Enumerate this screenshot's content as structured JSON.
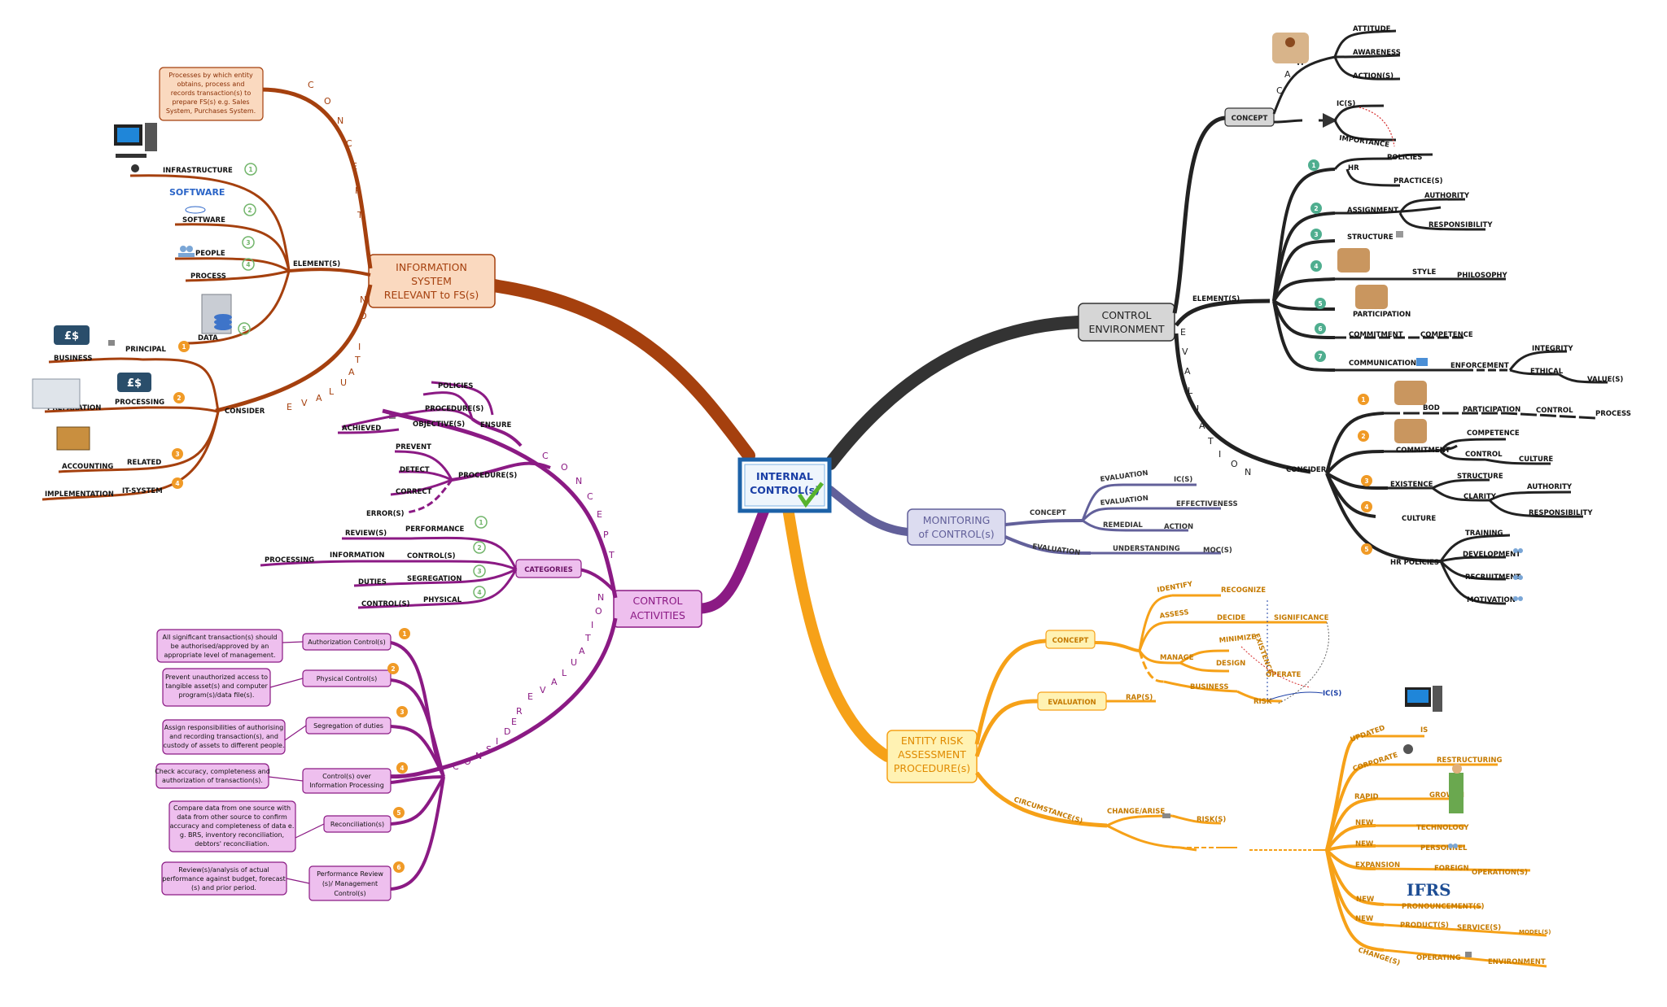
{
  "center": {
    "line1": "INTERNAL",
    "line2": "CONTROL(s)"
  },
  "colors": {
    "is": "#a5400e",
    "ca": "#8b1a84",
    "ce": "#333333",
    "mc": "#62609a",
    "er": "#f6a118",
    "purple_box": "#eebfee",
    "orange_box": "#fad9bf",
    "yellow_box": "#fff2b3",
    "gray_box": "#d6d6d6",
    "lav_box": "#dcdcf0",
    "num_green": "#72b56b",
    "num_orange": "#f09a26",
    "num_teal": "#4fae8f"
  },
  "is": {
    "title": [
      "INFORMATION",
      "SYSTEM",
      "RELEVANT to FS(s)"
    ],
    "concept_letters": [
      "C",
      "O",
      "N",
      "C",
      "E",
      "P",
      "T"
    ],
    "eval_letters": [
      "E",
      "V",
      "A",
      "L",
      "U",
      "A",
      "T",
      "I",
      "O",
      "N"
    ],
    "concept_note": [
      "Processes by which entity",
      "obtains, process and",
      "records transaction(s) to",
      "prepare FS(s) e.g. Sales",
      "System, Purchases System."
    ],
    "elements_label": "ELEMENT(s)",
    "elements": [
      "INFRASTRUCTURE",
      "SOFTWARE",
      "PEOPLE",
      "PROCESS",
      "DATA"
    ],
    "element_nums": [
      "1",
      "2",
      "3",
      "4",
      "5"
    ],
    "software_logo": "SOFTWARE",
    "consider_label": "CONSIDER",
    "consider": [
      {
        "num": "1",
        "a": "PRINCIPAL",
        "b": "BUSINESS"
      },
      {
        "num": "2",
        "a": "PROCESSING",
        "b": "PREPARATION"
      },
      {
        "num": "3",
        "a": "RELATED",
        "b": "ACCOUNTING"
      },
      {
        "num": "4",
        "a": "IT-SYSTEM",
        "b": "IMPLEMENTATION"
      }
    ]
  },
  "ca": {
    "title": [
      "CONTROL",
      "ACTIVITIES"
    ],
    "concept_letters": [
      "C",
      "O",
      "N",
      "C",
      "E",
      "P",
      "T"
    ],
    "eval_letters": [
      "E",
      "V",
      "A",
      "L",
      "U",
      "A",
      "T",
      "I",
      "O",
      "N"
    ],
    "consider_letters": [
      "C",
      "O",
      "N",
      "S",
      "I",
      "D",
      "E",
      "R"
    ],
    "ensure": "ENSURE",
    "ensure_items": [
      "POLICIES",
      "PROCEDURE(s)",
      "OBJECTIVE(s)",
      "ACHIEVED"
    ],
    "procedures": "PROCEDURE(s)",
    "procedure_items": [
      "PREVENT",
      "DETECT",
      "CORRECT",
      "ERROR(s)"
    ],
    "categories": "CATEGORIES",
    "cat_nums": [
      "1",
      "2",
      "3",
      "4"
    ],
    "cat_items": [
      {
        "a": "PERFORMANCE",
        "b": "REVIEW(s)"
      },
      {
        "a": "CONTROL(s)",
        "b": "INFORMATION",
        "c": "PROCESSING"
      },
      {
        "a": "SEGREGATION",
        "b": "DUTIES"
      },
      {
        "a": "PHYSICAL",
        "b": "CONTROL(s)"
      }
    ],
    "types": [
      {
        "num": "1",
        "box": [
          "Authorization Control(s)"
        ],
        "note": [
          "All significant transaction(s) should",
          "be authorised/approved by an",
          "appropriate level of management."
        ]
      },
      {
        "num": "2",
        "box": [
          "Physical Control(s)"
        ],
        "note": [
          "Prevent unauthorized access to",
          "tangible asset(s) and computer",
          "program(s)/data file(s)."
        ]
      },
      {
        "num": "3",
        "box": [
          "Segregation of duties"
        ],
        "note": [
          "Assign responsibilities of authorising",
          "and recording transaction(s), and",
          "custody of assets to different people."
        ]
      },
      {
        "num": "4",
        "box": [
          "Control(s) over",
          "Information Processing"
        ],
        "note": [
          "Check accuracy, completeness and",
          "authorization of transaction(s)."
        ]
      },
      {
        "num": "5",
        "box": [
          "Reconciliation(s)"
        ],
        "note": [
          "Compare data from one source with",
          "data from other source to confirm",
          "accuracy and completeness of data e.",
          "g. BRS, inventory reconciliation,",
          "debtors' reconciliation."
        ]
      },
      {
        "num": "6",
        "box": [
          "Performance Review",
          "(s)/ Management",
          "Control(s)"
        ],
        "note": [
          "Review(s)/analysis of actual",
          "performance against budget, forecast",
          "(s) and prior period."
        ]
      }
    ]
  },
  "ce": {
    "title": [
      "CONTROL",
      "ENVIRONMENT"
    ],
    "concept": "CONCEPT",
    "caw": [
      "C",
      "A",
      "W"
    ],
    "caw_items": [
      "ATTITUDE",
      "AWARENESS",
      "ACTION(s)"
    ],
    "ic": "IC(s)",
    "importance": "IMPORTANCE",
    "elements": "ELEMENT(s)",
    "element_nums": [
      "1",
      "2",
      "3",
      "4",
      "5",
      "6",
      "7"
    ],
    "el_items": [
      {
        "a": "HR",
        "b": "POLICIES",
        "c": "PRACTICE(s)"
      },
      {
        "a": "ASSIGNMENT",
        "b": "AUTHORITY",
        "c": "RESPONSIBILITY"
      },
      {
        "a": "STRUCTURE"
      },
      {
        "a": "STYLE",
        "b": "PHILOSOPHY"
      },
      {
        "a": "PARTICIPATION"
      },
      {
        "a": "COMMITMENT",
        "b": "COMPETENCE"
      },
      {
        "a": "COMMUNICATION",
        "b": "ENFORCEMENT",
        "c": "INTEGRITY",
        "d": "ETHICAL",
        "e": "VALUE(s)"
      }
    ],
    "eval_letters": [
      "E",
      "V",
      "A",
      "L",
      "U",
      "A",
      "T",
      "I",
      "O",
      "N"
    ],
    "consider": "CONSIDER",
    "consider_nums": [
      "1",
      "2",
      "3",
      "4",
      "5"
    ],
    "cons_items": [
      {
        "a": "BOD",
        "b": "PARTICIPATION",
        "c": "CONTROL",
        "d": "PROCESS"
      },
      {
        "a": "COMMITMENT",
        "b": "COMPETENCE",
        "c": "CONTROL",
        "d": "CULTURE"
      },
      {
        "a": "EXISTENCE",
        "b": "STRUCTURE",
        "c": "CLARITY",
        "d": "AUTHORITY",
        "e": "RESPONSIBILITY"
      },
      {
        "a": "CULTURE"
      },
      {
        "a": "HR POLICIES",
        "b": "TRAINING",
        "c": "DEVELOPMENT",
        "d": "RECRUITMENT",
        "e": "MOTIVATION"
      }
    ]
  },
  "mc": {
    "title": [
      "MONITORING",
      "of CONTROL(s)"
    ],
    "concept": "CONCEPT",
    "evaluation": "EVALUATION",
    "items": [
      "EVALUATION",
      "IC(s)",
      "EVALUATION",
      "EFFECTIVENESS",
      "REMEDIAL",
      "ACTION",
      "UNDERSTANDING",
      "MOC(s)"
    ]
  },
  "er": {
    "title": [
      "ENTITY RISK",
      "ASSESSMENT",
      "PROCEDURE(s)"
    ],
    "concept": "CONCEPT",
    "concept_items": [
      "IDENTIFY",
      "RECOGNIZE",
      "ASSESS",
      "DECIDE",
      "SIGNIFICANCE",
      "MANAGE",
      "MINIMIZE",
      "DESIGN",
      "OPERATE",
      "EXISTENCE",
      "BUSINESS",
      "RISK",
      "IC(s)"
    ],
    "evaluation": "EVALUATION",
    "rap": "RAP(s)",
    "circumstance": "CIRCUMSTANCE(s)",
    "change": "CHANGE/ARISE",
    "risk": "RISK(s)",
    "circ_items": [
      {
        "a": "UPDATED",
        "b": "IS"
      },
      {
        "a": "CORPORATE",
        "b": "RESTRUCTURING"
      },
      {
        "a": "RAPID",
        "b": "GROWTH"
      },
      {
        "a": "NEW",
        "b": "TECHNOLOGY"
      },
      {
        "a": "NEW",
        "b": "PERSONNEL"
      },
      {
        "a": "EXPANSION",
        "b": "FOREIGN",
        "c": "OPERATION(s)"
      },
      {
        "a": "NEW",
        "b": "PRONOUNCEMENT(s)"
      },
      {
        "a": "NEW",
        "b": "PRODUCT(s)",
        "c": "SERVICE(s)",
        "d": "MODEL(s)"
      },
      {
        "a": "CHANGE(s)",
        "b": "OPERATING",
        "c": "ENVIRONMENT"
      }
    ],
    "ifrs": "IFRS"
  }
}
